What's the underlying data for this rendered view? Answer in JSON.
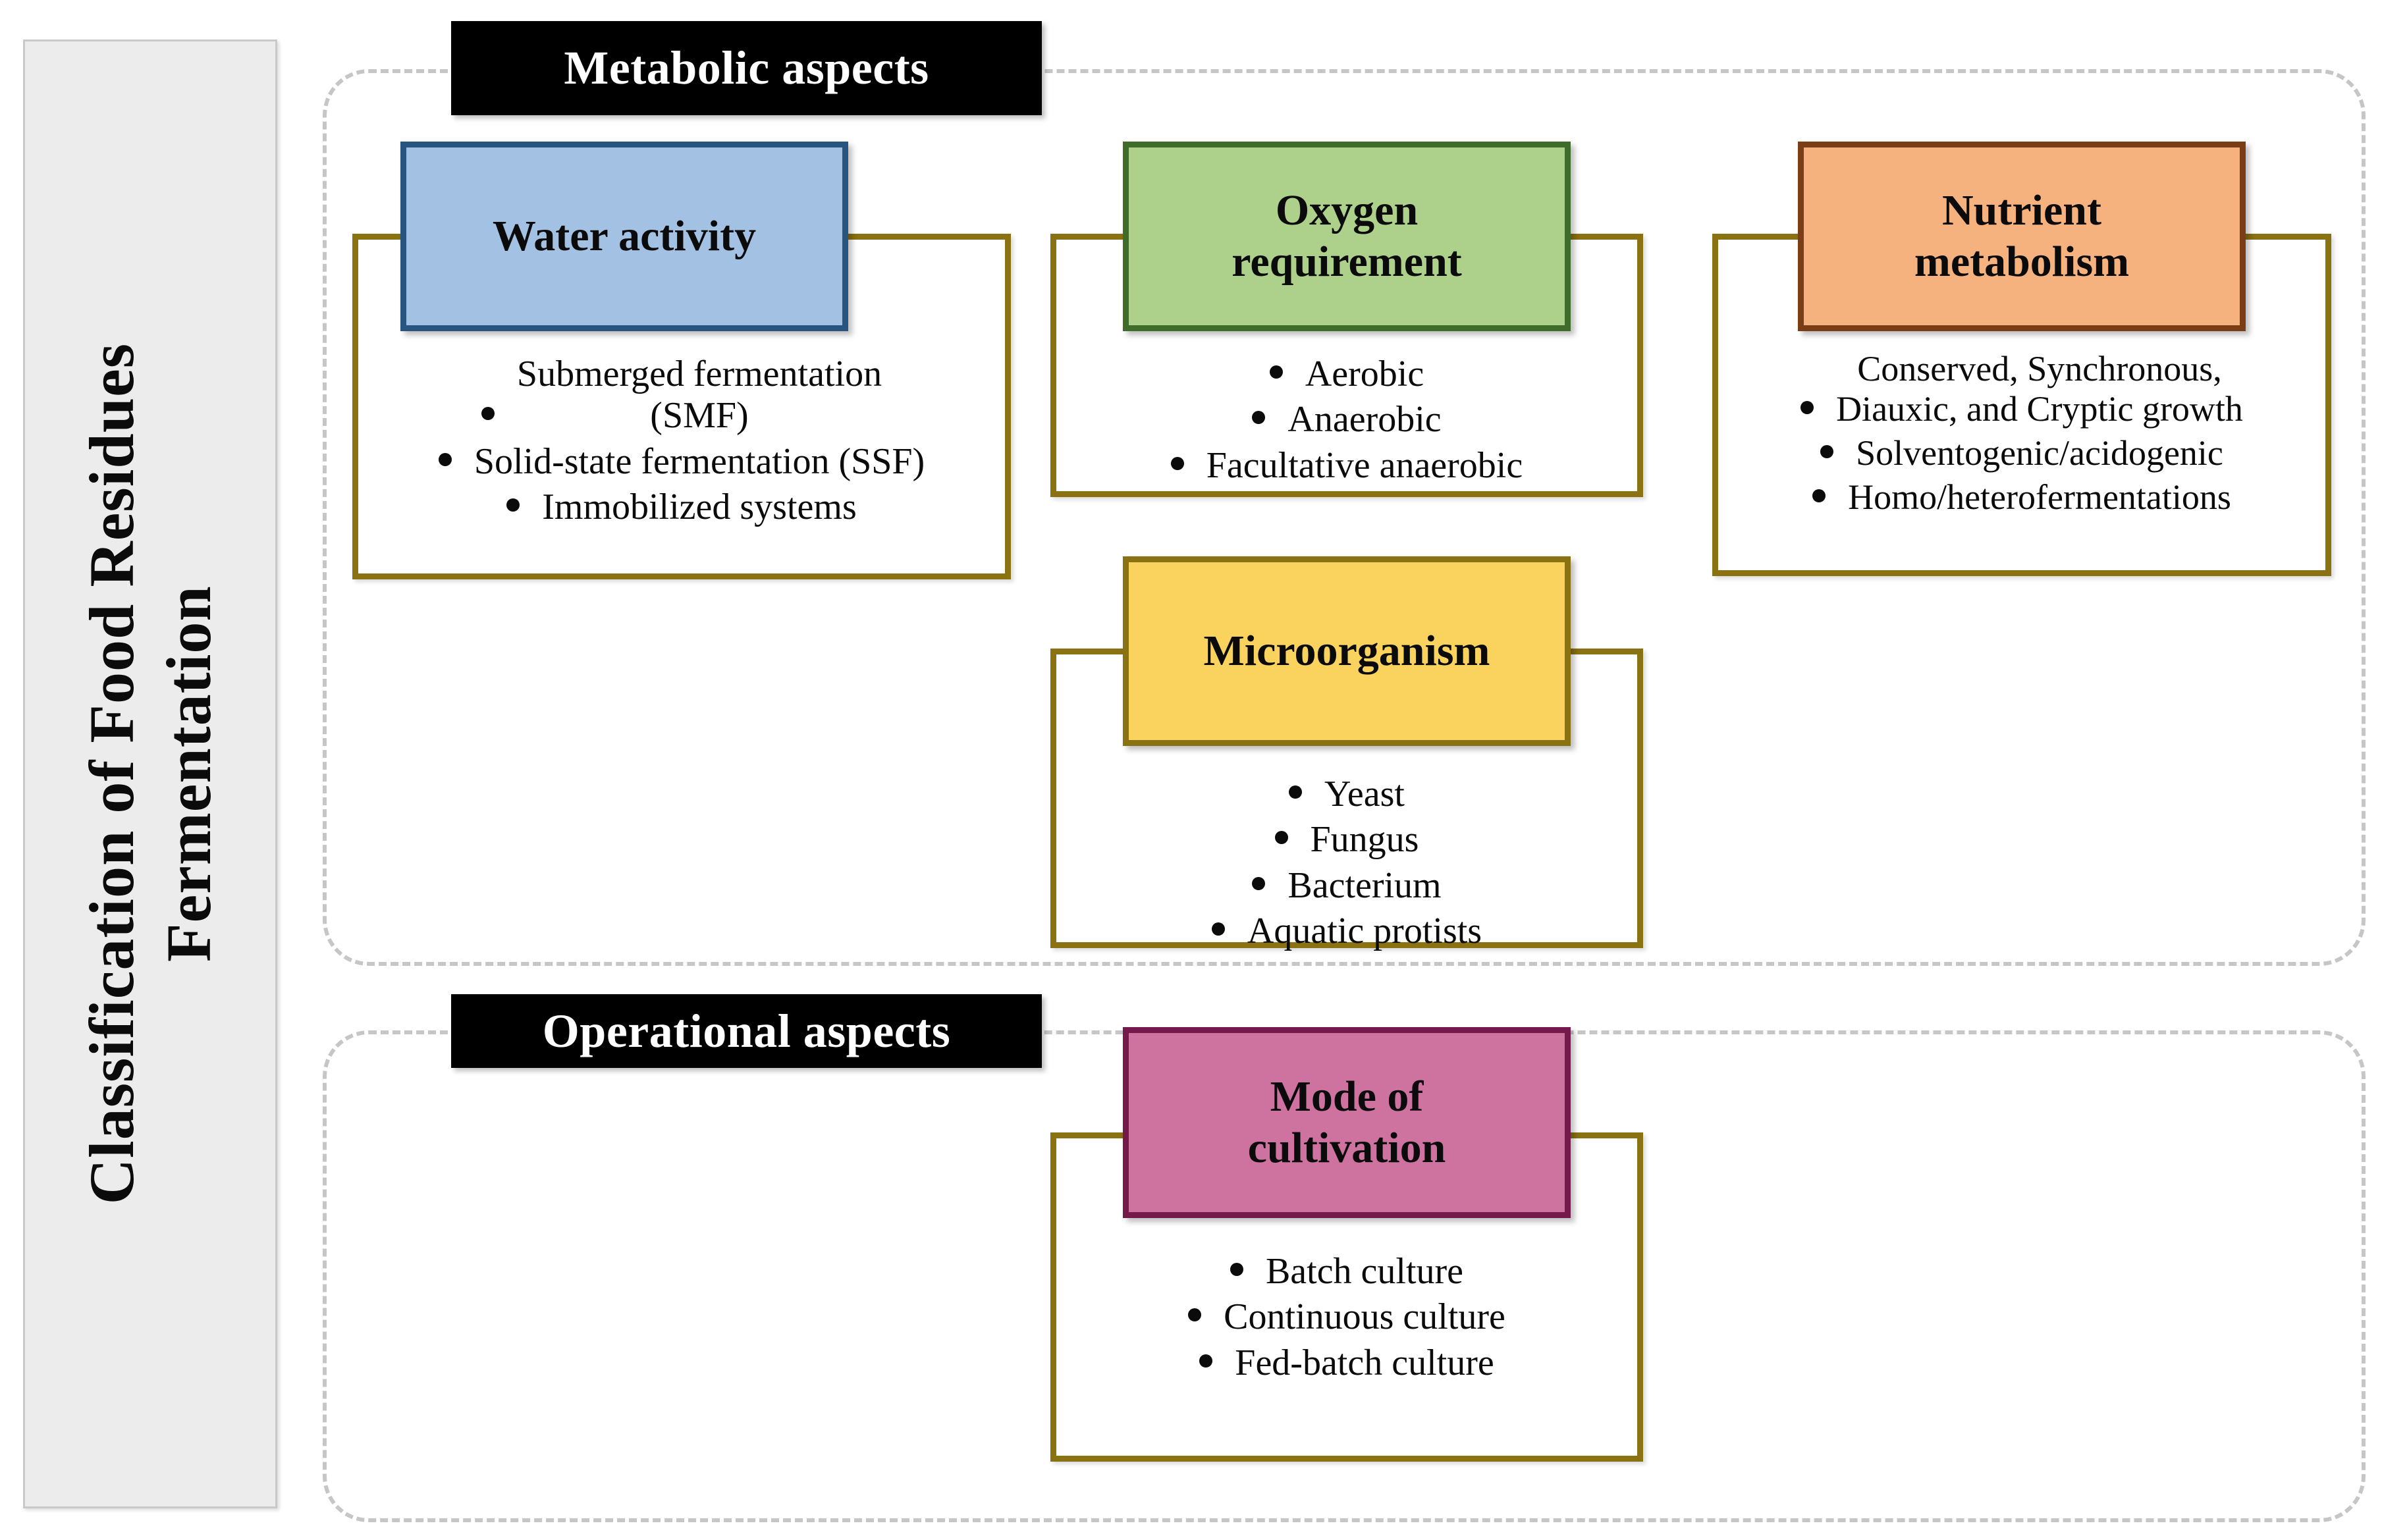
{
  "diagram": {
    "side_title_line1": "Classification of Food Residues",
    "side_title_line2": "Fermentation",
    "colors": {
      "water_fill": "#A3C2E3",
      "water_border": "#27557F",
      "oxygen_fill": "#ADD18A",
      "oxygen_border": "#3F6B2B",
      "nutrient_fill": "#F5B27E",
      "nutrient_border": "#7A3D16",
      "microorganism_fill": "#FAD35E",
      "microorganism_border": "#8A7111",
      "mode_fill": "#CE72A0",
      "mode_border": "#731A4B",
      "frame_gold": "#8A7111",
      "banner_bg": "#000000",
      "dashed_group": "#C6C6C6",
      "side_panel_bg": "#ECECEC"
    },
    "sections": [
      {
        "id": "metabolic",
        "banner": "Metabolic aspects",
        "units": [
          {
            "id": "water",
            "title": "Water activity",
            "items": [
              "Submerged fermentation\n(SMF)",
              "Solid-state fermentation (SSF)",
              "Immobilized systems"
            ]
          },
          {
            "id": "oxygen",
            "title": "Oxygen\nrequirement",
            "items": [
              "Aerobic",
              "Anaerobic",
              "Facultative anaerobic"
            ]
          },
          {
            "id": "nutrient",
            "title": "Nutrient\nmetabolism",
            "items": [
              "Conserved, Synchronous,\nDiauxic, and Cryptic growth",
              "Solventogenic/acidogenic",
              "Homo/heterofermentations"
            ]
          },
          {
            "id": "microorganism",
            "title": "Microorganism",
            "items": [
              "Yeast",
              "Fungus",
              "Bacterium",
              "Aquatic protists"
            ]
          }
        ]
      },
      {
        "id": "operational",
        "banner": "Operational aspects",
        "units": [
          {
            "id": "mode",
            "title": "Mode of\ncultivation",
            "items": [
              "Batch culture",
              "Continuous culture",
              "Fed-batch culture"
            ]
          }
        ]
      }
    ]
  }
}
